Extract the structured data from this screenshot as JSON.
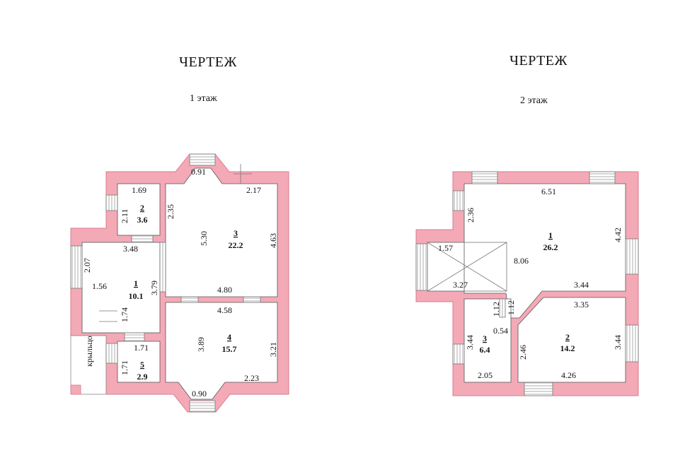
{
  "plans": [
    {
      "title": "ЧЕРТЕЖ",
      "floor": "1 этаж",
      "rooms": [
        {
          "num": "1",
          "area": "10.1"
        },
        {
          "num": "2",
          "area": "3.6"
        },
        {
          "num": "3",
          "area": "22.2"
        },
        {
          "num": "4",
          "area": "15.7"
        },
        {
          "num": "5",
          "area": "2.9"
        }
      ],
      "dims": [
        "1.69",
        "2.11",
        "2.35",
        "0.91",
        "2.17",
        "5.30",
        "4.63",
        "3.48",
        "2.07",
        "1.56",
        "3.79",
        "4.80",
        "4.58",
        "1.74",
        "3.89",
        "3.21",
        "1.71",
        "1.71",
        "2.23",
        "0.90"
      ],
      "porch_label": "крыльцо"
    },
    {
      "title": "ЧЕРТЕЖ",
      "floor": "2 этаж",
      "rooms": [
        {
          "num": "1",
          "area": "26.2"
        },
        {
          "num": "2",
          "area": "14.2"
        },
        {
          "num": "3",
          "area": "6.4"
        }
      ],
      "dims": [
        "6.51",
        "2.36",
        "4.42",
        "1.57",
        "8.06",
        "3.27",
        "3.44",
        "1.12",
        "1.12",
        "3.35",
        "0.54",
        "3.44",
        "2.46",
        "3.44",
        "2.05",
        "4.26"
      ]
    }
  ],
  "colors": {
    "wall": "#f4a9b7",
    "wall_edge": "#d77c8d",
    "line": "#333333"
  }
}
